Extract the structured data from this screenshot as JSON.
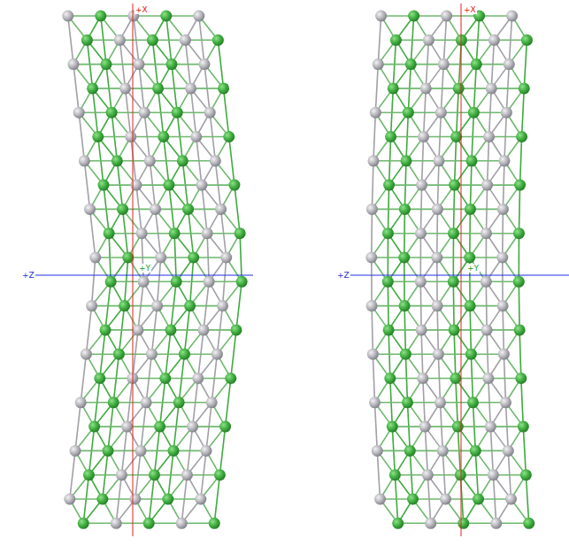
{
  "diagram": {
    "labels": [
      "+X",
      "+Z",
      "+Y",
      "+X",
      "+Z",
      "+Y"
    ]
  }
}
